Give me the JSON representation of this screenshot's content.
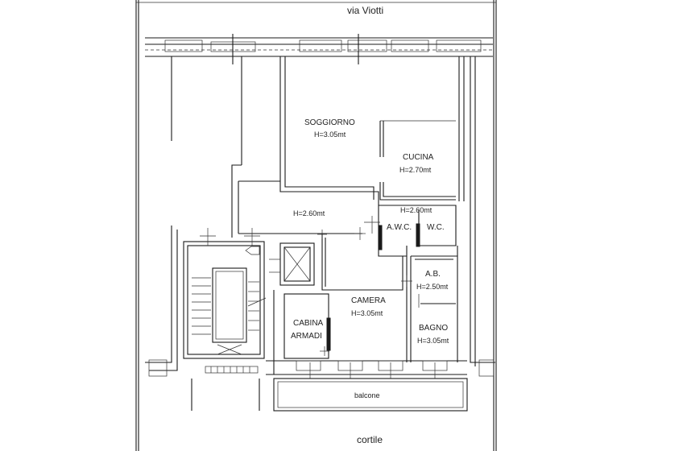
{
  "streets": {
    "top": "via Viotti",
    "bottom": "cortile"
  },
  "rooms": {
    "soggiorno": {
      "name": "SOGGIORNO",
      "height": "H=3.05mt"
    },
    "cucina": {
      "name": "CUCINA",
      "height": "H=2.70mt"
    },
    "corridoio": {
      "height": "H=2.60mt"
    },
    "awc": {
      "name": "A.W.C.",
      "height": "H=2.60mt"
    },
    "wc": {
      "name": "W.C."
    },
    "ab": {
      "name": "A.B.",
      "height": "H=2.50mt"
    },
    "camera": {
      "name": "CAMERA",
      "height": "H=3.05mt"
    },
    "cabina": {
      "name_line1": "CABINA",
      "name_line2": "ARMADI"
    },
    "bagno": {
      "name": "BAGNO",
      "height": "H=3.05mt"
    },
    "balcone": {
      "name": "balcone"
    }
  }
}
